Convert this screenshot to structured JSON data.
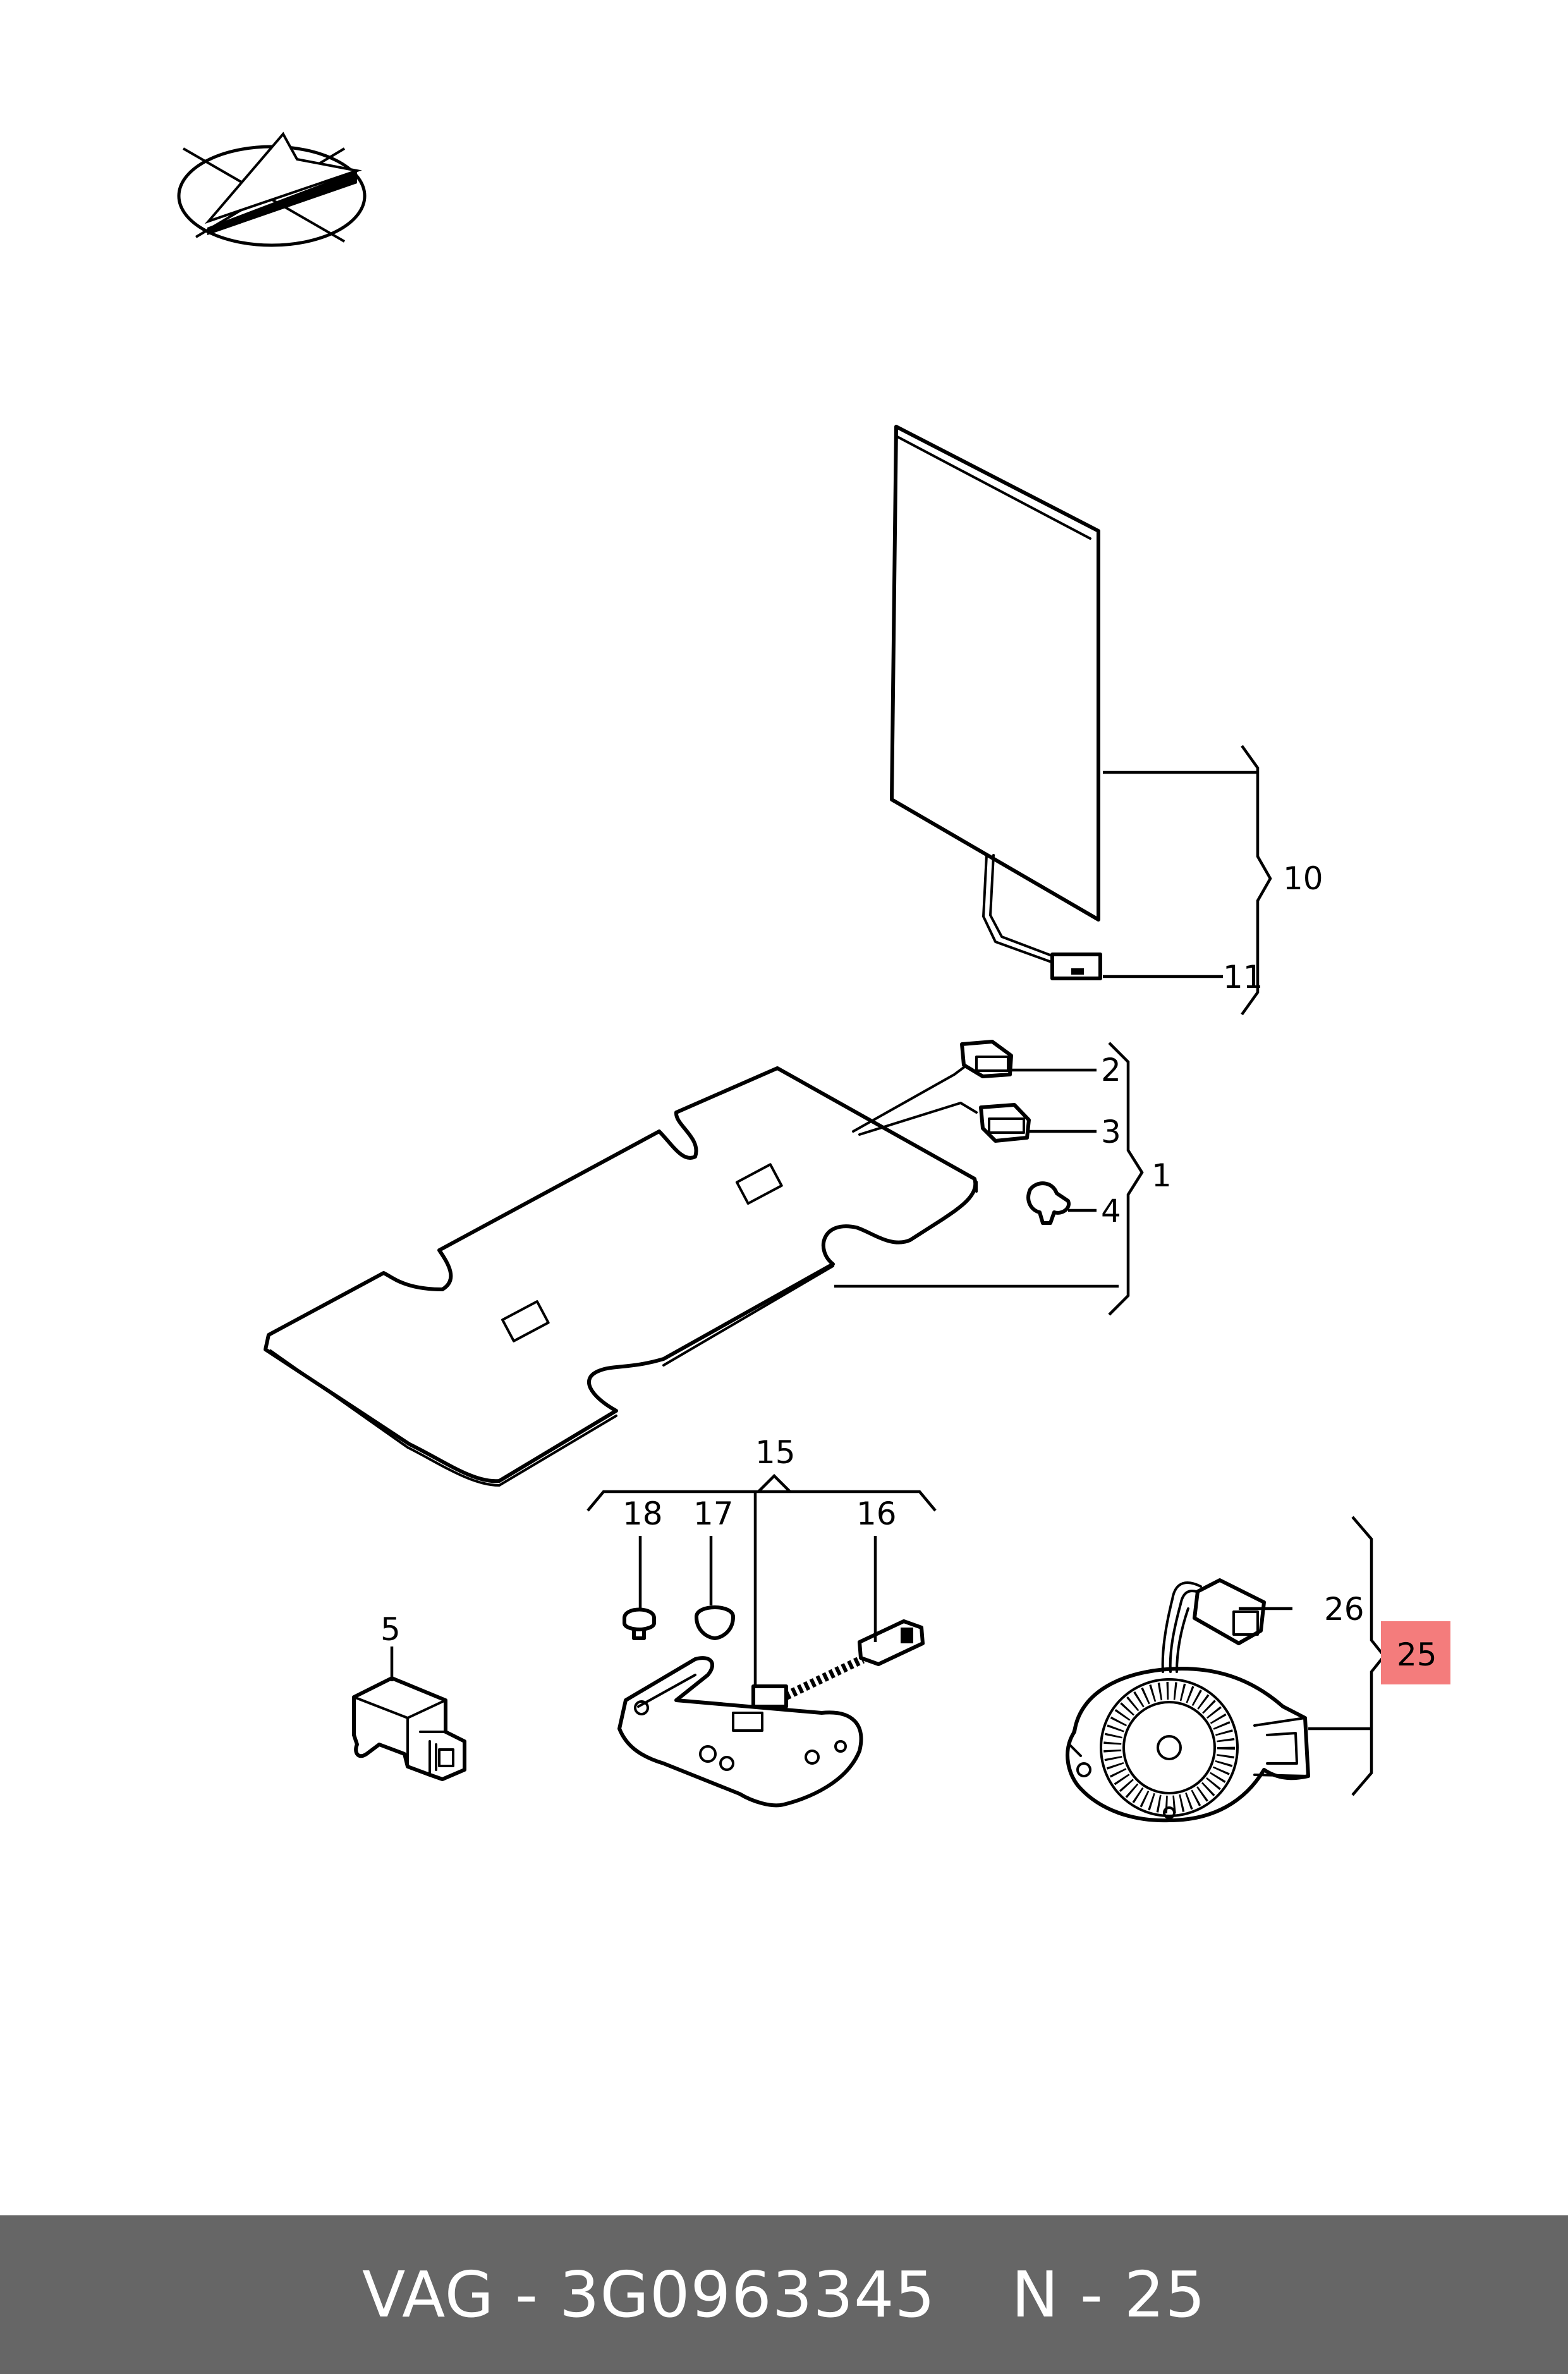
{
  "diagram": {
    "callouts": {
      "c1": "1",
      "c2": "2",
      "c3": "3",
      "c4": "4",
      "c5": "5",
      "c10": "10",
      "c11": "11",
      "c15": "15",
      "c16": "16",
      "c17": "17",
      "c18": "18",
      "c25": "25",
      "c26": "26"
    },
    "highlighted_callout": "25",
    "highlight_color": "#f47c7c"
  },
  "footer": {
    "brand": "VAG",
    "separator": "-",
    "part_number": "3G0963345",
    "section": "N - 25",
    "background": "#666666"
  }
}
